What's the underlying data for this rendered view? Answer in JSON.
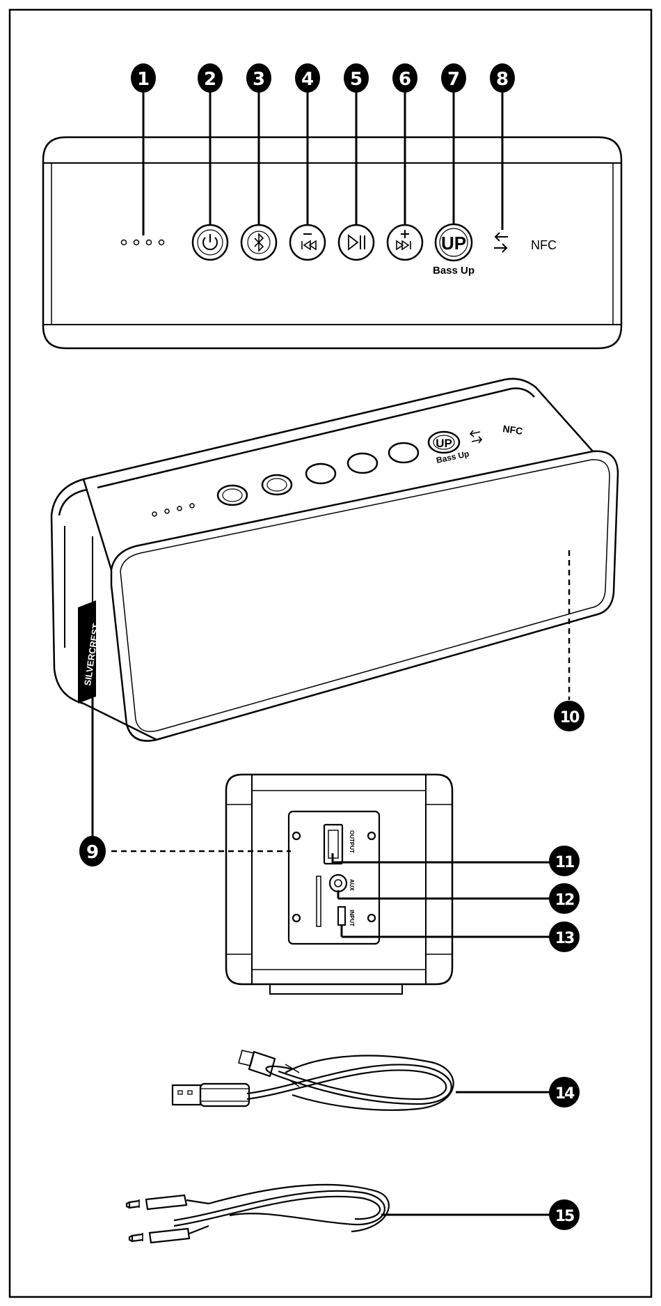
{
  "callouts": {
    "n1": "1",
    "n2": "2",
    "n3": "3",
    "n4": "4",
    "n5": "5",
    "n6": "6",
    "n7": "7",
    "n8": "8",
    "n9": "9",
    "n10": "10",
    "n11": "11",
    "n12": "12",
    "n13": "13",
    "n14": "14",
    "n15": "15"
  },
  "labels": {
    "nfc": "NFC",
    "up": "UP",
    "bass_up": "Bass Up",
    "brand": "SILVERCREST",
    "usb_output": "OUTPUT",
    "aux": "AUX",
    "input": "INPUT"
  },
  "colors": {
    "ink": "#000000",
    "paper": "#ffffff"
  }
}
